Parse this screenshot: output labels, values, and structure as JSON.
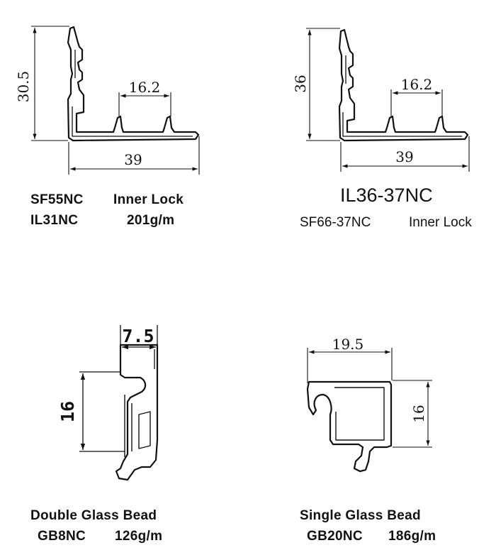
{
  "panels": [
    {
      "dims": {
        "height": "30.5",
        "width": "39",
        "inner": "16.2"
      },
      "caption": {
        "code1": "SF55NC",
        "type": "Inner Lock",
        "code2": "IL31NC",
        "weight": "201g/m"
      }
    },
    {
      "dims": {
        "height": "36",
        "width": "39",
        "inner": "16.2"
      },
      "caption": {
        "title": "IL36-37NC",
        "code": "SF66-37NC",
        "type": "Inner Lock"
      }
    },
    {
      "dims": {
        "height": "16",
        "width": "7.5"
      },
      "caption": {
        "name": "Double Glass Bead",
        "code": "GB8NC",
        "weight": "126g/m"
      }
    },
    {
      "dims": {
        "height": "16",
        "width": "19.5"
      },
      "caption": {
        "name": "Single Glass Bead",
        "code": "GB20NC",
        "weight": "186g/m"
      }
    }
  ]
}
